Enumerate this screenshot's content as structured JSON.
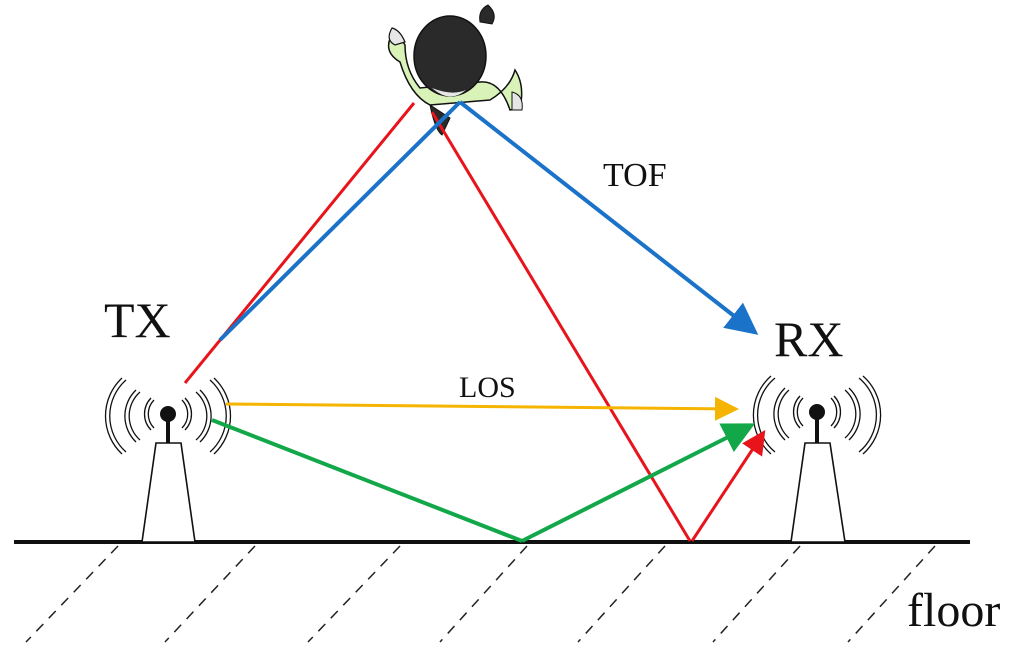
{
  "labels": {
    "tx": "TX",
    "rx": "RX",
    "tof": "TOF",
    "los": "LOS",
    "floor": "floor"
  },
  "colors": {
    "tof_path": "#1a73c8",
    "person_reflection_path": "#e8141b",
    "los_path": "#f5b400",
    "floor_reflection_path": "#12a84a",
    "person_shirt": "#d9f2b8",
    "person_head": "#2a2a2a"
  },
  "paths": [
    {
      "name": "tof-path",
      "description": "TX to person to RX (time of flight)"
    },
    {
      "name": "person-reflection-path",
      "description": "TX to person to floor to RX"
    },
    {
      "name": "los-path",
      "description": "Direct line of sight TX to RX"
    },
    {
      "name": "floor-reflection-path",
      "description": "TX to floor to RX"
    }
  ]
}
